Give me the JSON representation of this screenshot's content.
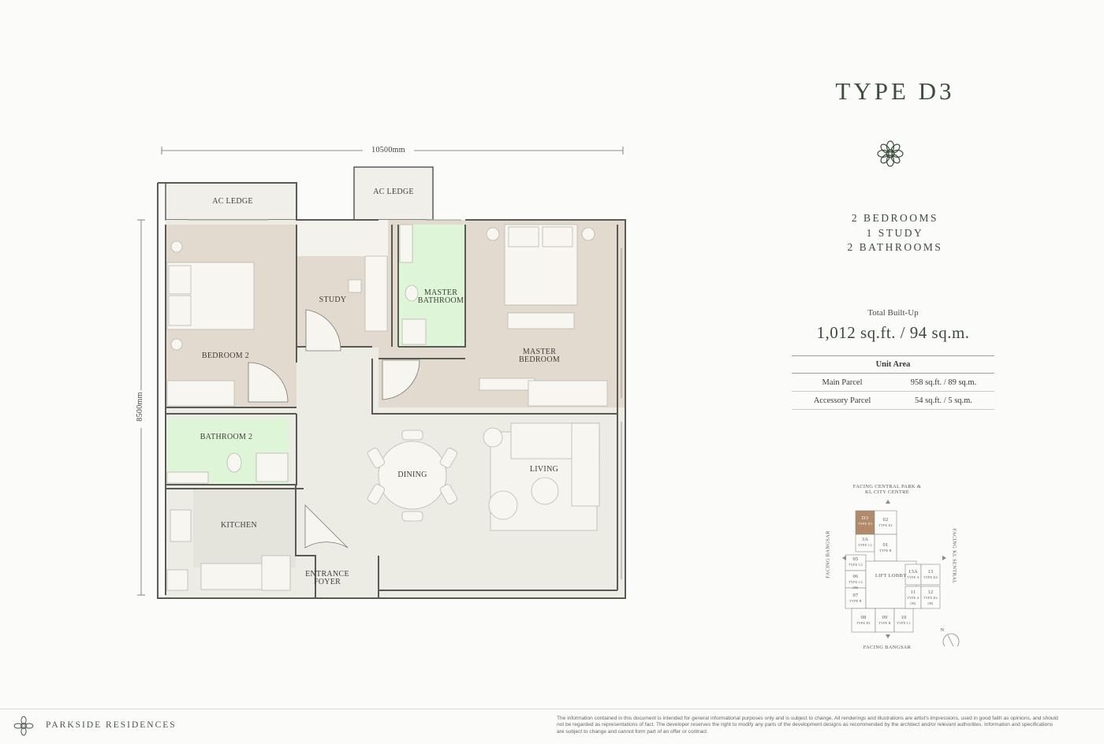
{
  "unit": {
    "title": "TYPE D3",
    "rooms": [
      "2 BEDROOMS",
      "1 STUDY",
      "2 BATHROOMS"
    ],
    "built_up_label": "Total Built-Up",
    "built_up_value": "1,012 sq.ft. / 94 sq.m."
  },
  "unit_area": {
    "header": "Unit Area",
    "rows": [
      {
        "label": "Main Parcel",
        "value": "958 sq.ft. / 89 sq.m."
      },
      {
        "label": "Accessory Parcel",
        "value": "54 sq.ft. / 5 sq.m."
      }
    ]
  },
  "plan": {
    "width_dim": "10500mm",
    "height_dim": "8500mm",
    "rooms": {
      "ac_ledge_left": "AC LEDGE",
      "ac_ledge_right": "AC LEDGE",
      "study": "STUDY",
      "master_bathroom": "MASTER BATHROOM",
      "bedroom2": "BEDROOM 2",
      "master_bedroom": "MASTER BEDROOM",
      "bathroom2": "BATHROOM 2",
      "dining": "DINING",
      "living": "LIVING",
      "kitchen": "KITCHEN",
      "entrance": "ENTRANCE FOYER"
    }
  },
  "keyplan": {
    "top": "FACING CENTRAL PARK & KL CITY CENTRE",
    "left": "FACING BANGSAR",
    "right": "FACING KL SENTRAL",
    "bottom": "FACING BANGSAR",
    "units": [
      {
        "num": "D3",
        "type": "TYPE D3",
        "highlight": true
      },
      {
        "num": "02",
        "type": "TYPE E2"
      },
      {
        "num": "3A",
        "type": "TYPE C2"
      },
      {
        "num": "01",
        "type": "TYPE B"
      },
      {
        "num": "05",
        "type": "TYPE C2"
      },
      {
        "num": "06",
        "type": "TYPE C2 (M)"
      },
      {
        "num": "07",
        "type": "TYPE B"
      },
      {
        "num": "08",
        "type": "TYPE D1"
      },
      {
        "num": "09",
        "type": "TYPE B"
      },
      {
        "num": "10",
        "type": "TYPE C1"
      },
      {
        "num": "11",
        "type": "TYPE A (M)"
      },
      {
        "num": "12",
        "type": "TYPE D2 (M)"
      },
      {
        "num": "13A",
        "type": "TYPE A"
      },
      {
        "num": "13",
        "type": "TYPE D2"
      }
    ],
    "lobby": "LIFT LOBBY",
    "north": "N"
  },
  "footer": {
    "brand": "PARKSIDE RESIDENCES",
    "disclaimer": "The information contained in this document is intended for general informational purposes only and is subject to change. All renderings and illustrations are artist's impressions, used in good faith as opinions, and should not be regarded as representations of fact. The developer reserves the right to modify any parts of the development designs as recommended by the architect and/or relevant authorities. Information and specifications are subject to change and cannot form part of an offer or contract."
  },
  "colors": {
    "accent": "#3d4c3d",
    "wall": "#5a5a55",
    "floor_light": "#ecebe4",
    "floor_warm": "#e2d9cf",
    "bathroom": "#dff5d8",
    "highlight_unit": "#b08a6a"
  }
}
